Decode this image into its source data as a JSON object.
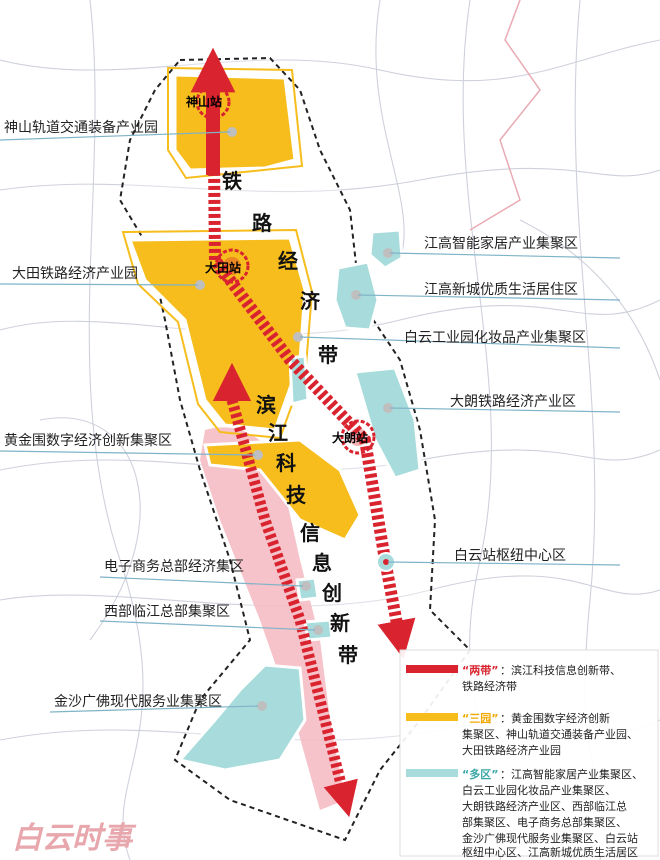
{
  "stations": {
    "shenshan": "神山站",
    "datian": "大田站",
    "dalang": "大朗站"
  },
  "belts": {
    "railway": [
      "铁",
      "路",
      "经",
      "济",
      "带"
    ],
    "binjiang": [
      "滨",
      "江",
      "科",
      "技",
      "信",
      "息",
      "创",
      "新",
      "带"
    ]
  },
  "labels_left": {
    "shenshan_park": "神山轨道交通装备产业园",
    "datian_park": "大田铁路经济产业园",
    "huangjinwei": "黄金围数字经济创新集聚区",
    "ecommerce": "电子商务总部经济集区",
    "west_hq": "西部临江总部集聚区",
    "jinsha": "金沙广佛现代服务业集聚区"
  },
  "labels_right": {
    "jianggao_home": "江高智能家居产业集聚区",
    "jianggao_new": "江高新城优质生活居住区",
    "baiyun_cosmetics": "白云工业园化妆品产业集聚区",
    "dalang_econ": "大朗铁路经济产业区",
    "baiyun_hub": "白云站枢纽中心区"
  },
  "legend": {
    "two_belts_key": "“两带”",
    "two_belts_l1": "：滨江科技信息创新带、",
    "two_belts_l2": "铁路经济带",
    "three_parks_key": "“三园”",
    "three_parks_l1": "：黄金围数字经济创新",
    "three_parks_l2": "集聚区、神山轨道交通装备产业园、",
    "three_parks_l3": "大田铁路经济产业园",
    "multi_key": "“多区”",
    "multi_l1": "：江高智能家居产业集聚区、",
    "multi_l2": "白云工业园化妆品产业集聚区、",
    "multi_l3": "大朗铁路经济产业区、西部临江总",
    "multi_l4": "部集聚区、电子商务总部集聚区、",
    "multi_l5": "金沙广佛现代服务业集聚区、白云站",
    "multi_l6": "枢纽中心区、江高新城优质生活居区"
  },
  "watermark": "白云时事",
  "colors": {
    "red_belt": "#d9242f",
    "yellow_zone": "#f6bd1d",
    "teal_zone": "#a8dcdc",
    "pink_belt": "#f3b8c0",
    "boundary": "#222222"
  }
}
